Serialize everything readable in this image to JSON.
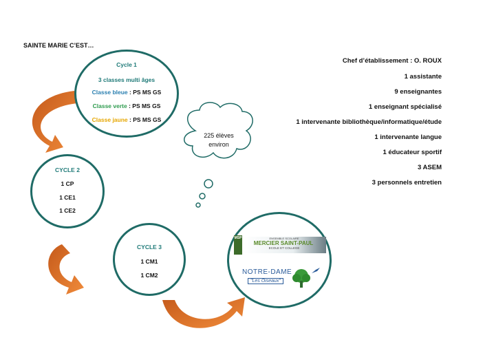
{
  "title": "SAINTE MARIE C’EST…",
  "cycle1": {
    "heading": "Cycle 1",
    "subheading": "3 classes multi âges",
    "classes": [
      {
        "name": "Classe bleue",
        "levels": " : PS MS GS",
        "color": "#2a7fb0"
      },
      {
        "name": "Classe verte",
        "levels": " : PS MS GS",
        "color": "#2e9b4e"
      },
      {
        "name": "Classe jaune",
        "levels": " : PS MS GS",
        "color": "#e6a600"
      }
    ]
  },
  "cycle2": {
    "heading": "CYCLE 2",
    "items": [
      "1 CP",
      "1 CE1",
      "1 CE2"
    ]
  },
  "cycle3": {
    "heading": "CYCLE 3",
    "items": [
      "1 CM1",
      "1 CM2"
    ]
  },
  "cloud": {
    "line1": "225 élèves",
    "line2": "environ"
  },
  "staff": [
    "Chef d’établissement : O. ROUX",
    "1 assistante",
    "9 enseignantes",
    "1 enseignant spécialisé",
    "1 intervenante bibliothèque/informatique/étude",
    "1 intervenante langue",
    "1 éducateur sportif",
    "3 ASEM",
    "3 personnels entretien"
  ],
  "logos": {
    "mercier": {
      "line1": "ENSEMBLE SCOLAIRE",
      "line2": "MERCIER SAINT-PAUL",
      "line3": "ECOLE ET COLLEGE",
      "badge": "MSP"
    },
    "notredame": {
      "line1": "NOTRE-DAME",
      "line2": "\"Les Oiseaux\""
    }
  },
  "colors": {
    "circle_border": "#1f6b66",
    "arrow": "#e07a2e",
    "teal_text": "#1f7a78"
  }
}
